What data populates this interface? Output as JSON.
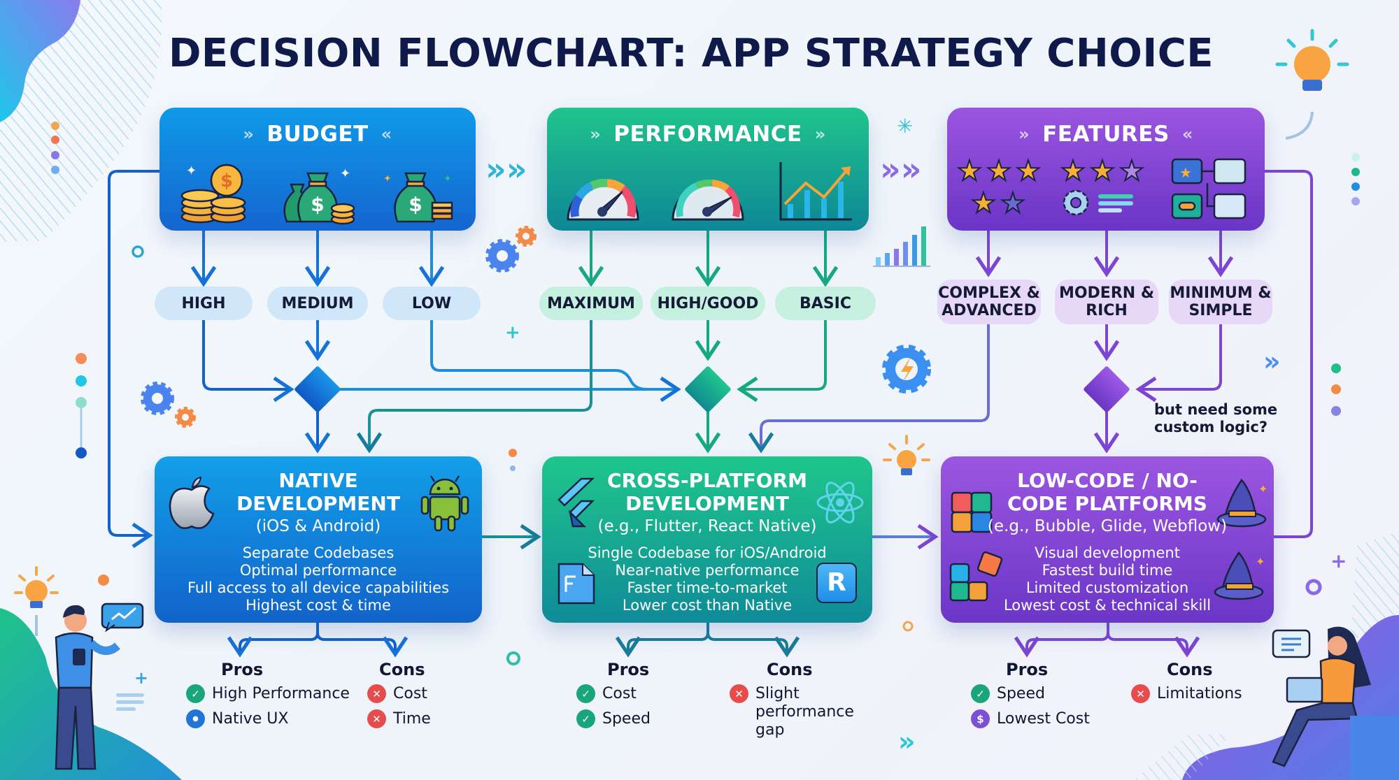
{
  "title": "DECISION FLOWCHART: APP STRATEGY CHOICE",
  "colors": {
    "title": "#101a4a",
    "budget": "#1572d6",
    "performance": "#12a98e",
    "features": "#7d45d3",
    "pro": "#1aa57a",
    "con": "#e64c4c"
  },
  "criteria": [
    {
      "id": "budget",
      "label": "BUDGET",
      "icons": [
        "coin-stack-icon",
        "money-bags-icon",
        "money-bag-icon"
      ],
      "options": [
        "HIGH",
        "MEDIUM",
        "LOW"
      ]
    },
    {
      "id": "performance",
      "label": "PERFORMANCE",
      "icons": [
        "speedometer-high-icon",
        "speedometer-icon",
        "growth-chart-icon"
      ],
      "options": [
        "MAXIMUM",
        "HIGH/GOOD",
        "BASIC"
      ]
    },
    {
      "id": "features",
      "label": "FEATURES",
      "icons": [
        "five-stars-icon",
        "rating-settings-icon",
        "workflow-blocks-icon"
      ],
      "options": [
        "COMPLEX & ADVANCED",
        "MODERN & RICH",
        "MINIMUM & SIMPLE"
      ]
    }
  ],
  "decision_note": "but need some custom logic?",
  "results": [
    {
      "id": "native",
      "title": "NATIVE DEVELOPMENT",
      "subtitle": "(iOS & Android)",
      "details": [
        "Separate Codebases",
        "Optimal performance",
        "Full access to all device capabilities",
        "Highest cost & time"
      ],
      "icons": [
        "apple-icon",
        "android-icon"
      ],
      "pros_label": "Pros",
      "cons_label": "Cons",
      "pros": [
        {
          "icon": "check",
          "text": "High Performance"
        },
        {
          "icon": "drop",
          "text": "Native UX"
        }
      ],
      "cons": [
        {
          "icon": "cross",
          "text": "Cost"
        },
        {
          "icon": "cross",
          "text": "Time"
        }
      ]
    },
    {
      "id": "cross",
      "title": "CROSS-PLATFORM DEVELOPMENT",
      "subtitle": "(e.g., Flutter, React Native)",
      "details": [
        "Single Codebase for iOS/Android",
        "Near-native performance",
        "Faster time-to-market",
        "Lower cost than Native"
      ],
      "icons": [
        "flutter-icon",
        "react-icon",
        "document-icon",
        "r-badge-icon"
      ],
      "pros_label": "Pros",
      "cons_label": "Cons",
      "pros": [
        {
          "icon": "check",
          "text": "Cost"
        },
        {
          "icon": "check",
          "text": "Speed"
        }
      ],
      "cons": [
        {
          "icon": "cross",
          "text": "Slight performance gap"
        }
      ]
    },
    {
      "id": "lowcode",
      "title": "LOW-CODE / NO-CODE PLATFORMS",
      "subtitle": "(e.g., Bubble, Glide, Webflow)",
      "details": [
        "Visual development",
        "Fastest build time",
        "Limited customization",
        "Lowest cost & technical skill"
      ],
      "icons": [
        "puzzle-icon",
        "wizard-hat-icon",
        "puzzle-pieces-icon",
        "wizard-hat-icon"
      ],
      "pros_label": "Pros",
      "cons_label": "Cons",
      "pros": [
        {
          "icon": "check",
          "text": "Speed"
        },
        {
          "icon": "dollar",
          "text": "Lowest Cost"
        }
      ],
      "cons": [
        {
          "icon": "cross",
          "text": "Limitations"
        }
      ]
    }
  ],
  "glyphs": {
    "check": "✓",
    "cross": "✕",
    "drop": "💧",
    "dollar": "$",
    "arrows_right": "»",
    "arrows_left": "«",
    "r_badge": "R"
  }
}
